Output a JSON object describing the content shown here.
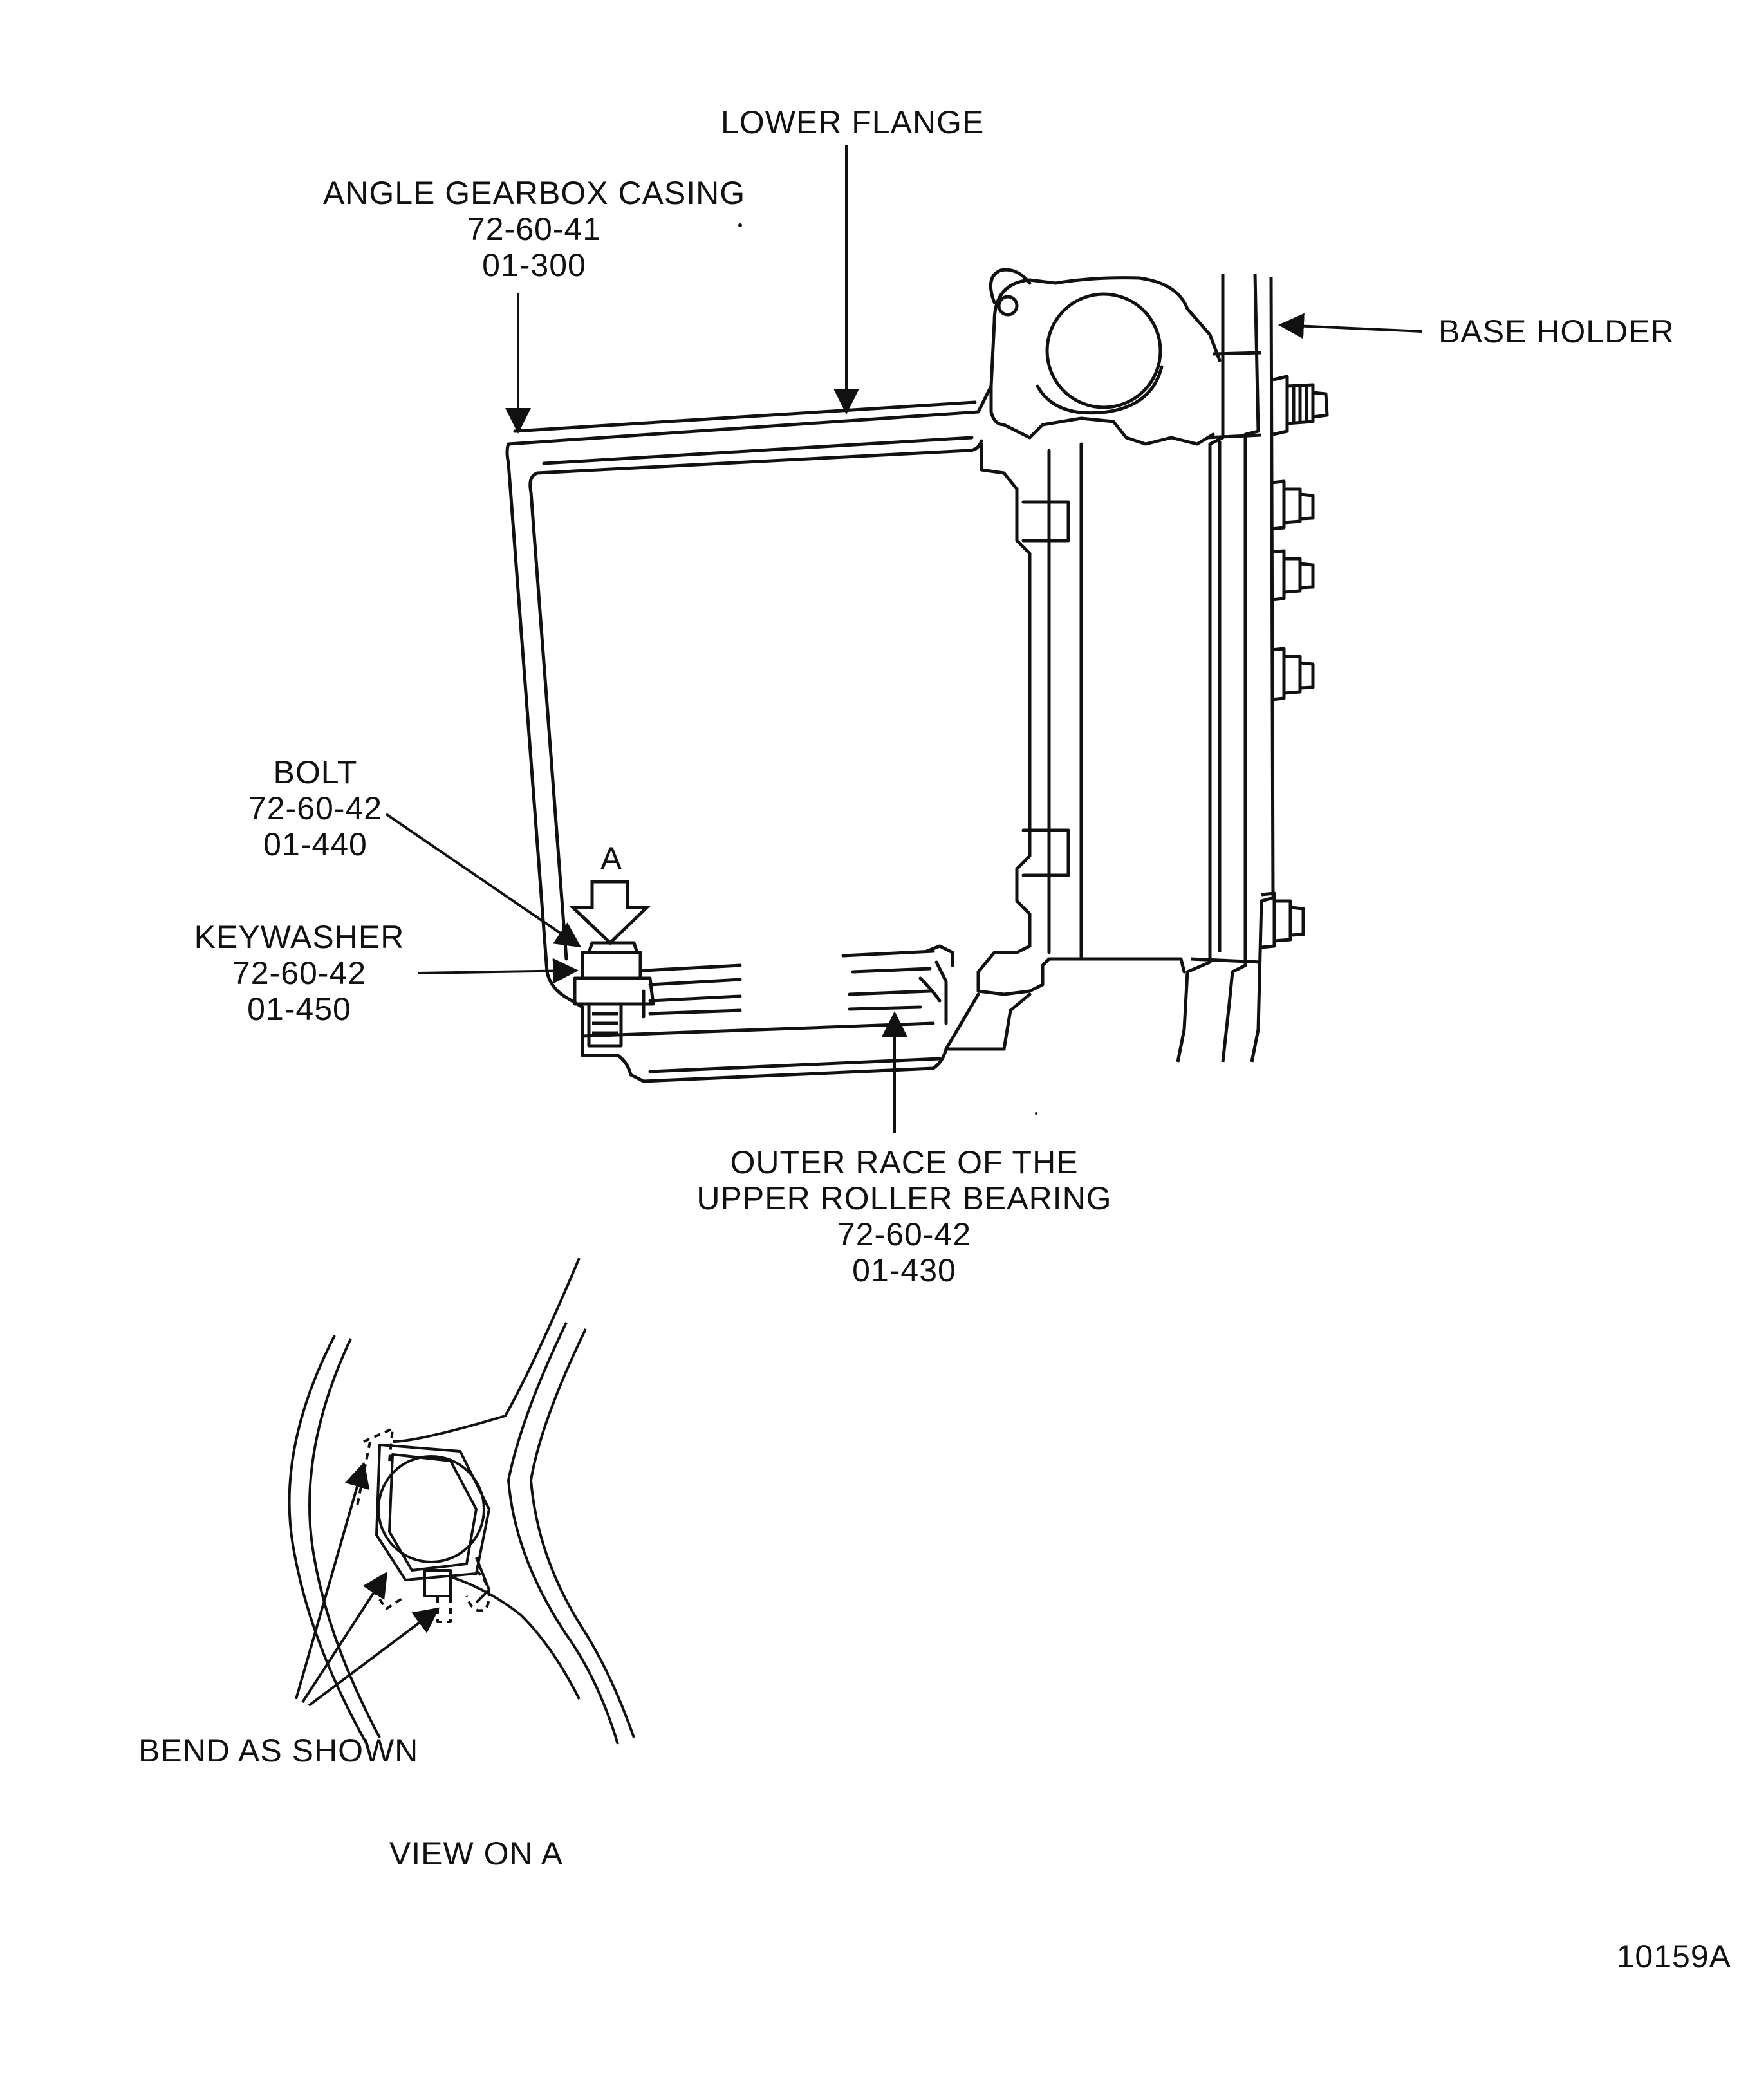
{
  "labels": {
    "lower_flange": "LOWER FLANGE",
    "casing": {
      "name": "ANGLE GEARBOX CASING",
      "ref1": "72-60-41",
      "ref2": "01-300"
    },
    "base_holder": "BASE HOLDER",
    "bolt": {
      "name": "BOLT",
      "ref1": "72-60-42",
      "ref2": "01-440"
    },
    "view_marker": "A",
    "keywasher": {
      "name": "KEYWASHER",
      "ref1": "72-60-42",
      "ref2": "01-450"
    },
    "outer_race": {
      "line1": "OUTER RACE OF THE",
      "line2": "UPPER ROLLER BEARING",
      "ref1": "72-60-42",
      "ref2": "01-430"
    },
    "bend": "BEND AS SHOWN",
    "view_title": "VIEW ON A",
    "figure_number": "10159A"
  },
  "colors": {
    "ink": "#111111",
    "paper": "#ffffff"
  }
}
